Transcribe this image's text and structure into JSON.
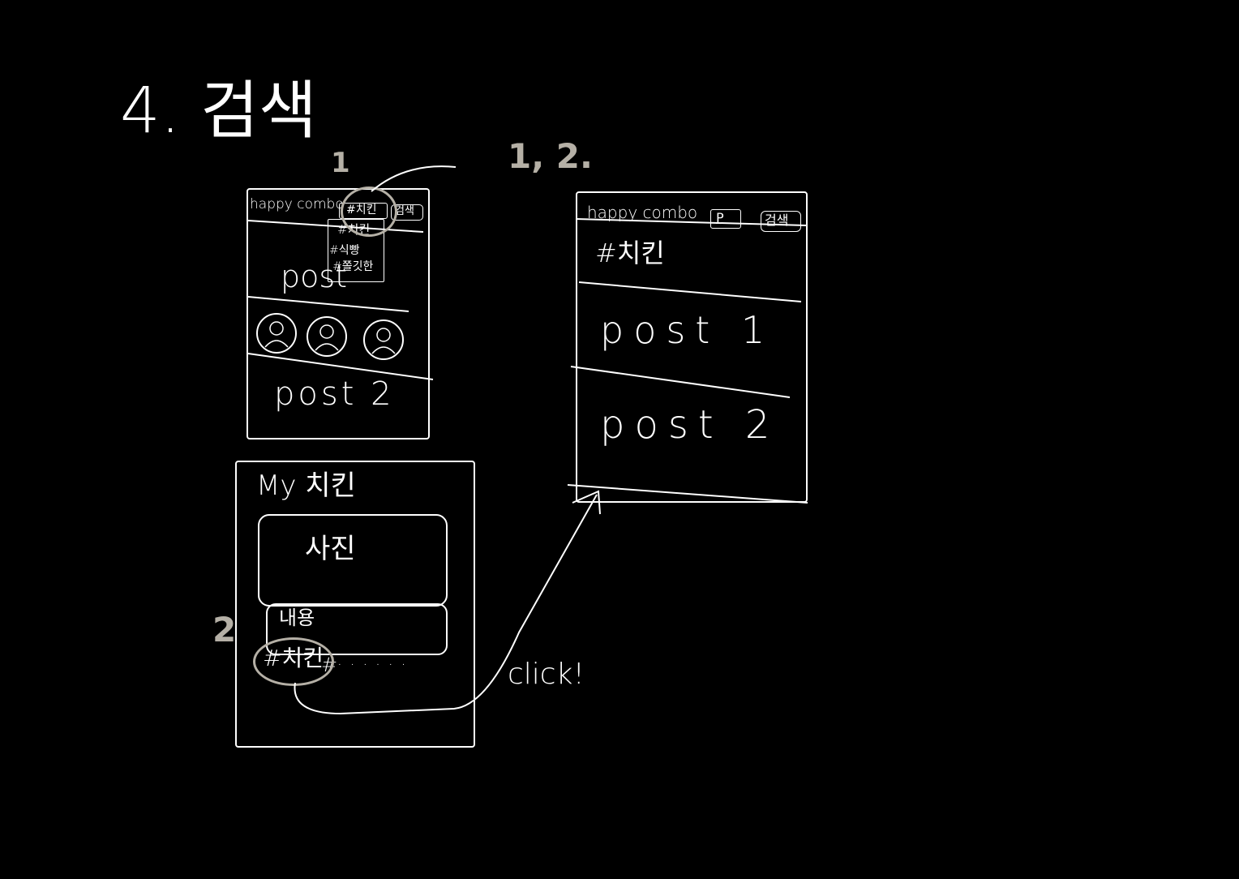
{
  "title": "4. 검색",
  "step_labels": {
    "step_1": "1",
    "step_1_2": "1, 2.",
    "step_2": "2"
  },
  "screen_1": {
    "brand": "happy combo",
    "search_chip": "#치킨",
    "search_action": "검색",
    "dropdown_items": [
      "#치킨",
      "#식빵",
      "#쫄깃한"
    ],
    "post_1": "post",
    "post_2": "post 2",
    "avatar_icon": "user-avatar-icon"
  },
  "screen_post_detail": {
    "title": "My 치킨",
    "photo_label": "사진",
    "content_label": "내용",
    "hashtag": "#치킨",
    "hashtag_more": "#",
    "dots": "......"
  },
  "screen_results": {
    "brand": "happy combo",
    "search_chip": "P",
    "search_action": "검색",
    "tag": "#치킨",
    "post_1": "post 1",
    "post_2": "post 2"
  },
  "annotation": {
    "click_label": "click!"
  },
  "colors": {
    "background": "#000000",
    "ink": "#ffffff",
    "highlight": "#b5b0a6"
  }
}
